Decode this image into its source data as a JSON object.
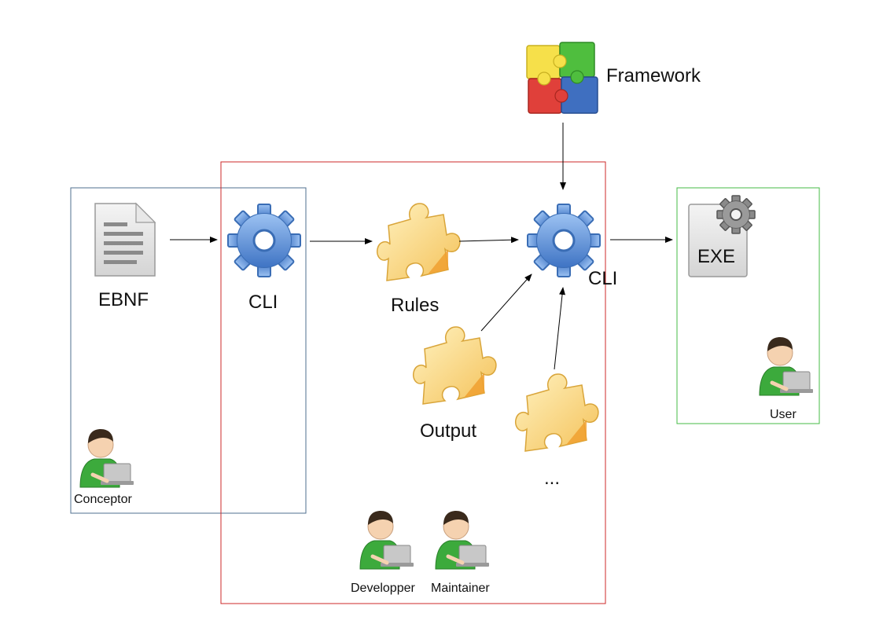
{
  "labels": {
    "framework": "Framework",
    "ebnf": "EBNF",
    "cli_left": "CLI",
    "rules": "Rules",
    "cli_right": "CLI",
    "exe": "EXE",
    "output": "Output",
    "ellipsis": "...",
    "conceptor": "Conceptor",
    "developper": "Developper",
    "maintainer": "Maintainer",
    "user": "User"
  },
  "colors": {
    "conceptor_box": "#4f6f8f",
    "dev_box": "#cc2a2a",
    "user_box": "#44bb44",
    "gear_blue": "#5b8fd6",
    "puzzle_yellow": "#f7d27a",
    "puzzle_orange": "#f0a030",
    "person_shirt": "#3caa3c",
    "arrow": "#000000"
  },
  "icons": [
    "document-icon",
    "gear-icon",
    "puzzle-icon",
    "framework-puzzle-icon",
    "exe-icon",
    "person-icon"
  ]
}
